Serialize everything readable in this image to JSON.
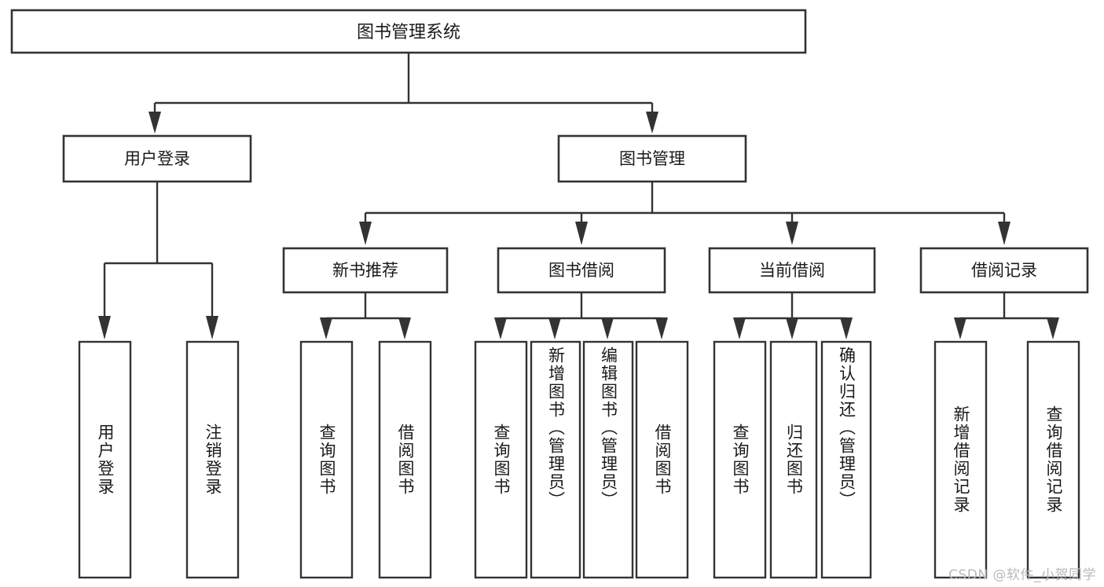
{
  "diagram": {
    "type": "tree",
    "title": "图书管理系统",
    "orientation": "top-down",
    "colors": {
      "box_stroke": "#333333",
      "box_fill": "#ffffff",
      "text": "#1a1a1a",
      "background": "#ffffff",
      "watermark": "#b9b9b9"
    },
    "root": {
      "label": "图书管理系统"
    },
    "level2": [
      {
        "label": "用户登录"
      },
      {
        "label": "图书管理"
      }
    ],
    "level3": [
      {
        "label": "新书推荐"
      },
      {
        "label": "图书借阅"
      },
      {
        "label": "当前借阅"
      },
      {
        "label": "借阅记录"
      }
    ],
    "leaves": {
      "user_login": [
        {
          "label": "用户登录"
        },
        {
          "label": "注销登录"
        }
      ],
      "new_book": [
        {
          "label": "查询图书"
        },
        {
          "label": "借阅图书"
        }
      ],
      "book_borrow": [
        {
          "label": "查询图书"
        },
        {
          "label": "新增图书（管理员）"
        },
        {
          "label": "编辑图书（管理员）"
        },
        {
          "label": "借阅图书"
        }
      ],
      "current_borrow": [
        {
          "label": "查询图书"
        },
        {
          "label": "归还图书"
        },
        {
          "label": "确认归还（管理员）"
        }
      ],
      "borrow_record": [
        {
          "label": "新增借阅记录"
        },
        {
          "label": "查询借阅记录"
        }
      ]
    }
  },
  "watermark": {
    "text": "CSDN @软件_小贺同学"
  }
}
